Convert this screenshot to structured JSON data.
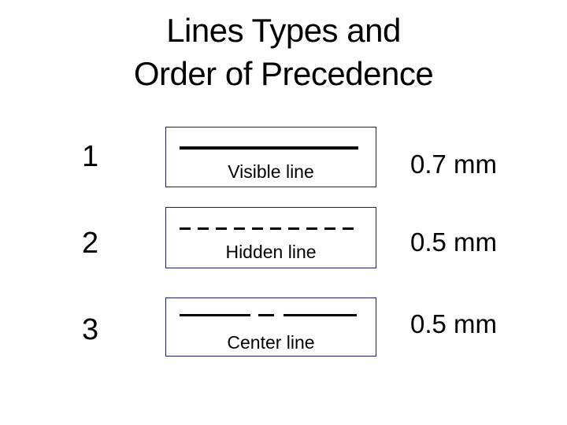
{
  "slide": {
    "title": {
      "line1": "Lines Types and",
      "line2": "Order of Precedence"
    },
    "rows": [
      {
        "order": "1",
        "line_style": "solid-thick",
        "caption": "Visible line",
        "thickness": "0.7 mm"
      },
      {
        "order": "2",
        "line_style": "dashed",
        "caption": "Hidden line",
        "thickness": "0.5 mm"
      },
      {
        "order": "3",
        "line_style": "long-short-long",
        "caption": "Center line",
        "thickness": "0.5 mm"
      }
    ],
    "colors": {
      "background": "#ffffff",
      "text": "#000000",
      "line_sample": "#000000",
      "box_border": "#1e1e64"
    }
  }
}
